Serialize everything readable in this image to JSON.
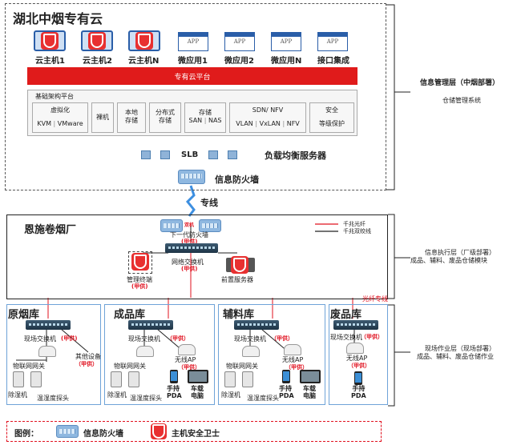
{
  "cloud": {
    "title": "湖北中烟专有云",
    "hosts": [
      "云主机1",
      "云主机2",
      "云主机N"
    ],
    "apps": [
      "微应用1",
      "微应用2",
      "微应用N",
      "接口集成"
    ],
    "app_icon_text": "APP",
    "platform_bar": "专有云平台",
    "infra_title": "基础架构平台",
    "virtual": "虚拟化",
    "kvm": "KVM",
    "vmware": "VMware",
    "bare": "裸机",
    "local_storage": "本地\n存储",
    "dist_storage": "分布式\n存储",
    "storage": "存储",
    "san": "SAN",
    "nas": "NAS",
    "sdn": "SDN/ NFV",
    "vlan": "VLAN",
    "vxlan": "VxLAN",
    "nfv": "NFV",
    "security": "安全",
    "level_protect": "等级保护",
    "slb": "SLB",
    "lb_servers": "负载均衡服务器",
    "firewall": "信息防火墙"
  },
  "link": {
    "dedicated_line": "专线"
  },
  "factory": {
    "title": "恩施卷烟厂",
    "legend_fiber": "千兆光纤",
    "legend_twisted": "千兆双绞线",
    "fw_small": "双机",
    "next_gen_fw": "下一代防火墙",
    "supply_a": "(甲供)",
    "network_switch": "网络交换机",
    "mgmt_terminal": "管理终端",
    "front_server": "前置服务器"
  },
  "layers": {
    "info_mgmt": "信息管理层（中烟部署）",
    "storage_sys": "仓储管理系统",
    "info_exec": "信息执行层（厂级部署）",
    "info_exec_sub": "成品、辅料、废品仓储模块",
    "field_ops": "现场作业层（现场部署）",
    "field_ops_sub": "成品、辅料、废品仓储作业"
  },
  "fiber_line": "光纤专线",
  "warehouses": {
    "raw": "原烟库",
    "finished": "成品库",
    "aux": "辅料库",
    "waste": "废品库",
    "field_switch": "现场交换机",
    "supply_a_paren": "(甲供)",
    "supply_a_cn": "（甲供）",
    "other_equip": "其他设备",
    "iot_gateway": "物联网网关",
    "dehumidifier": "除湿机",
    "temp_probe": "温湿度探头",
    "wireless_ap": "无线AP",
    "handheld": "手持\nPDA",
    "vehicle_pc": "车载\n电脑"
  },
  "legend": {
    "title": "图例：",
    "firewall": "信息防火墙",
    "host_guard": "主机安全卫士"
  }
}
